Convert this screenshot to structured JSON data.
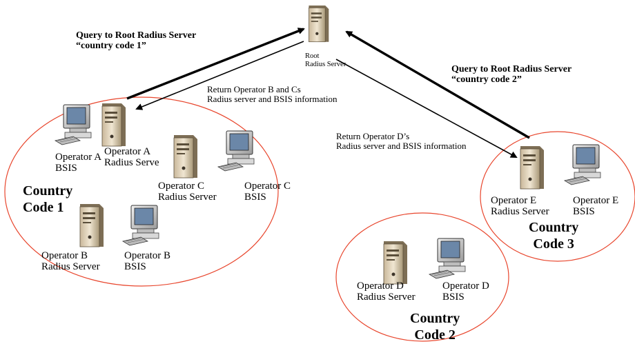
{
  "root": {
    "label_line1": "Root",
    "label_line2": "Radius Server"
  },
  "queries": {
    "left_line1": "Query to Root Radius Server",
    "left_line2": "“country code 1”",
    "right_line1": "Query to Root Radius Server",
    "right_line2": "“country code 2”"
  },
  "returns": {
    "left_line1": "Return Operator B and Cs",
    "left_line2": "Radius server and BSIS information",
    "right_line1": "Return Operator D’s",
    "right_line2": "Radius server and BSIS information"
  },
  "regions": {
    "c1_line1": "Country",
    "c1_line2": "Code 1",
    "c2_line1": "Country",
    "c2_line2": "Code 2",
    "c3_line1": "Country",
    "c3_line2": "Code 3"
  },
  "nodes": {
    "opA_bsis_1": "Operator A",
    "opA_bsis_2": "BSIS",
    "opA_rad_1": "Operator A",
    "opA_rad_2": "Radius Serve",
    "opC_rad_1": "Operator C",
    "opC_rad_2": "Radius Server",
    "opC_bsis_1": "Operator C",
    "opC_bsis_2": "BSIS",
    "opB_rad_1": "Operator B",
    "opB_rad_2": "Radius Server",
    "opB_bsis_1": "Operator B",
    "opB_bsis_2": "BSIS",
    "opD_rad_1": "Operator D",
    "opD_rad_2": "Radius Server",
    "opD_bsis_1": "Operator D",
    "opD_bsis_2": "BSIS",
    "opE_rad_1": "Operator E",
    "opE_rad_2": "Radius Server",
    "opE_bsis_1": "Operator E",
    "opE_bsis_2": "BSIS"
  },
  "colors": {
    "region_outline": "#e8452c",
    "arrow": "#000000"
  }
}
